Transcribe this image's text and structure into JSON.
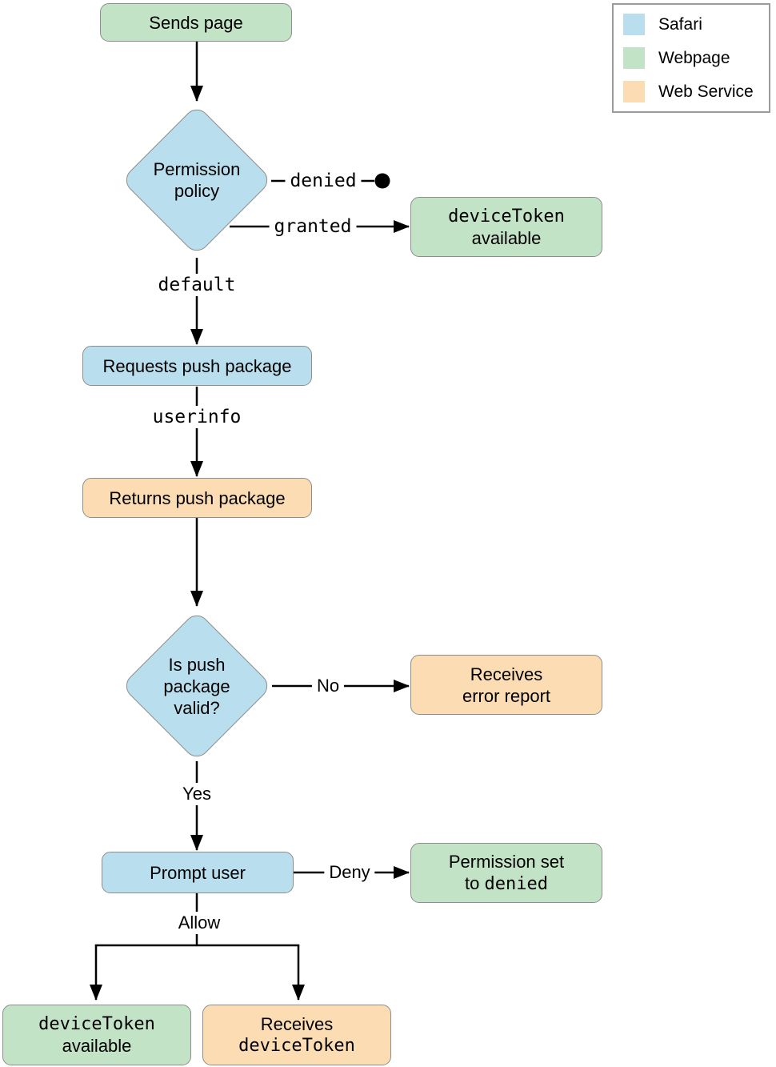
{
  "legend": {
    "items": [
      {
        "label": "Safari",
        "color": "#b9dfee"
      },
      {
        "label": "Webpage",
        "color": "#c3e3c6"
      },
      {
        "label": "Web Service",
        "color": "#fbdcb3"
      }
    ]
  },
  "nodes": {
    "sends_page": {
      "label": "Sends page"
    },
    "permission_policy": {
      "line1": "Permission",
      "line2": "policy"
    },
    "device_token_available_top": {
      "line1_code": "deviceToken",
      "line2": "available"
    },
    "requests_push_package": {
      "label": "Requests push package"
    },
    "returns_push_package": {
      "label": "Returns push package"
    },
    "is_push_package_valid": {
      "line1": "Is push",
      "line2": "package",
      "line3": "valid?"
    },
    "receives_error_report": {
      "line1": "Receives",
      "line2": "error report"
    },
    "prompt_user": {
      "label": "Prompt user"
    },
    "permission_set_denied": {
      "line1": "Permission set",
      "line2_prefix": "to",
      "line2_code": "denied"
    },
    "device_token_available_bottom": {
      "line1_code": "deviceToken",
      "line2": "available"
    },
    "receives_device_token": {
      "line1": "Receives",
      "line2_code": "deviceToken"
    }
  },
  "edges": {
    "denied": "denied",
    "granted": "granted",
    "default": "default",
    "userinfo": "userinfo",
    "no": "No",
    "yes": "Yes",
    "deny": "Deny",
    "allow": "Allow"
  },
  "colors": {
    "safari_blue": "#b9dfee",
    "webpage_green": "#c3e3c6",
    "web_service_orange": "#fbdcb3",
    "node_border": "#8d8d8d",
    "connector": "#000000"
  }
}
